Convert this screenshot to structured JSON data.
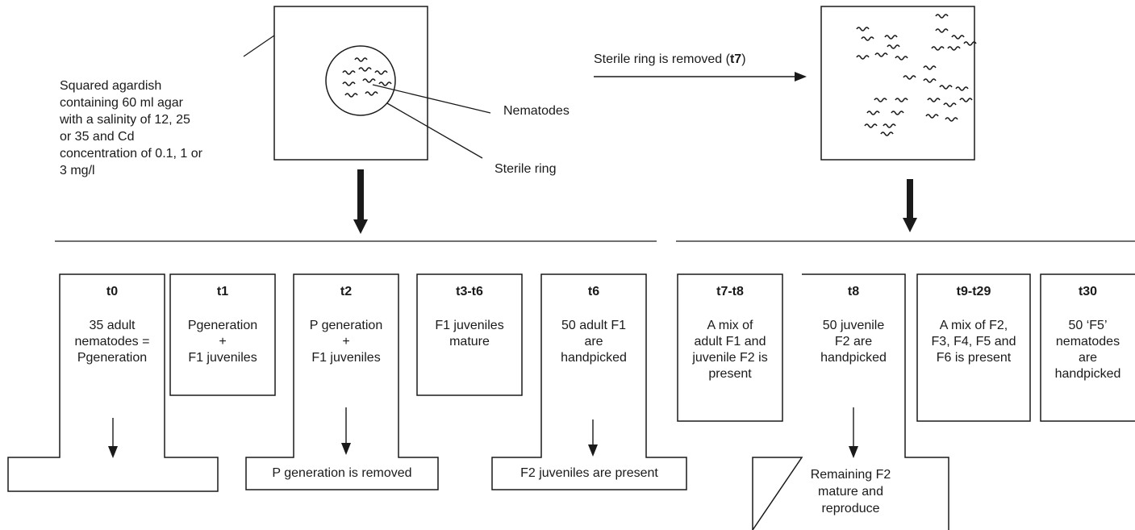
{
  "setup": {
    "dish_description": [
      "Squared agardish",
      "containing 60 ml agar",
      "with a salinity of 12, 25",
      "or 35 and Cd",
      "concentration of 0.1, 1 or",
      "3 mg/l"
    ],
    "nematodes_label": "Nematodes",
    "sterile_ring_label": "Sterile ring",
    "removal_prefix": "Sterile ring is removed (",
    "removal_time": "t7",
    "removal_suffix": ")"
  },
  "timeline": [
    {
      "time": "t0",
      "lines": [
        "35 adult",
        "nematodes =",
        "Pgeneration"
      ]
    },
    {
      "time": "t1",
      "lines": [
        "Pgeneration",
        "+",
        "F1 juveniles"
      ]
    },
    {
      "time": "t2",
      "lines": [
        "P generation",
        "+",
        "F1 juveniles"
      ]
    },
    {
      "time": "t3-t6",
      "lines": [
        "F1 juveniles",
        "mature"
      ]
    },
    {
      "time": "t6",
      "lines": [
        "50 adult F1",
        "are",
        "handpicked"
      ]
    },
    {
      "time": "t7-t8",
      "lines": [
        "A mix of",
        "adult F1 and",
        "juvenile F2 is",
        "present"
      ]
    },
    {
      "time": "t8",
      "lines": [
        "50 juvenile",
        "F2 are",
        "handpicked"
      ]
    },
    {
      "time": "t9-t29",
      "lines": [
        "A mix of F2,",
        "F3, F4, F5 and",
        "F6 is present"
      ]
    },
    {
      "time": "t30",
      "lines": [
        "50 ‘F5’",
        "nematodes",
        "are",
        "handpicked"
      ]
    }
  ],
  "outcomes": {
    "t2": "P generation is removed",
    "t6": "F2 juveniles are present",
    "t8": [
      "Remaining F2",
      "mature and",
      "reproduce"
    ]
  }
}
